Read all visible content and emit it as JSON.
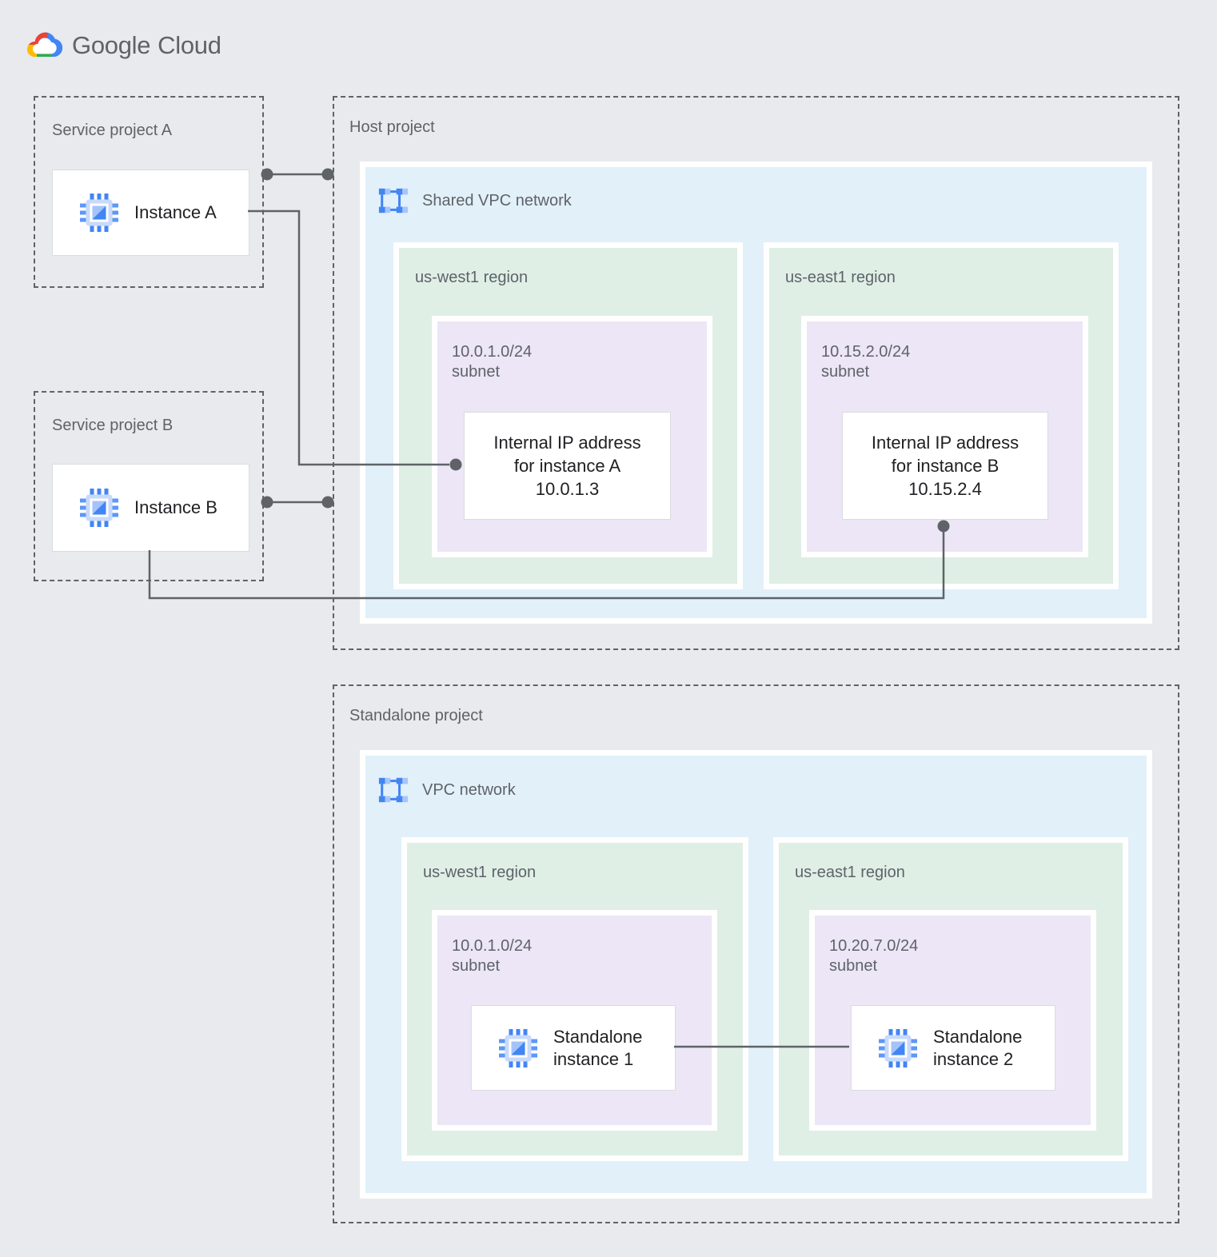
{
  "logo": {
    "brand": "Google",
    "product": "Cloud"
  },
  "colors": {
    "background": "#E8EAED",
    "vpc_fill": "#E1F0F9",
    "region_fill": "#DFEFE6",
    "subnet_fill": "#ECE6F6",
    "label_gray": "#5F6368",
    "card_text": "#202124",
    "connector": "#5F6368",
    "google_blue": "#4285F4",
    "google_red": "#EA4335",
    "google_yellow": "#FBBC04",
    "google_green": "#34A853",
    "icon_light_blue": "#A8C5FA"
  },
  "service_project_a": {
    "label": "Service project A",
    "instance_label": "Instance A"
  },
  "service_project_b": {
    "label": "Service project B",
    "instance_label": "Instance B"
  },
  "host_project": {
    "label": "Host project",
    "network_label": "Shared VPC network",
    "regions": [
      {
        "label": "us-west1 region",
        "subnet_cidr": "10.0.1.0/24",
        "subnet_word": "subnet",
        "card": {
          "line1": "Internal IP address",
          "line2": "for instance A",
          "line3": "10.0.1.3"
        }
      },
      {
        "label": "us-east1 region",
        "subnet_cidr": "10.15.2.0/24",
        "subnet_word": "subnet",
        "card": {
          "line1": "Internal IP address",
          "line2": "for instance B",
          "line3": "10.15.2.4"
        }
      }
    ]
  },
  "standalone_project": {
    "label": "Standalone project",
    "network_label": "VPC network",
    "regions": [
      {
        "label": "us-west1 region",
        "subnet_cidr": "10.0.1.0/24",
        "subnet_word": "subnet",
        "card": {
          "line1": "Standalone",
          "line2": "instance 1"
        }
      },
      {
        "label": "us-east1 region",
        "subnet_cidr": "10.20.7.0/24",
        "subnet_word": "subnet",
        "card": {
          "line1": "Standalone",
          "line2": "instance 2"
        }
      }
    ]
  }
}
